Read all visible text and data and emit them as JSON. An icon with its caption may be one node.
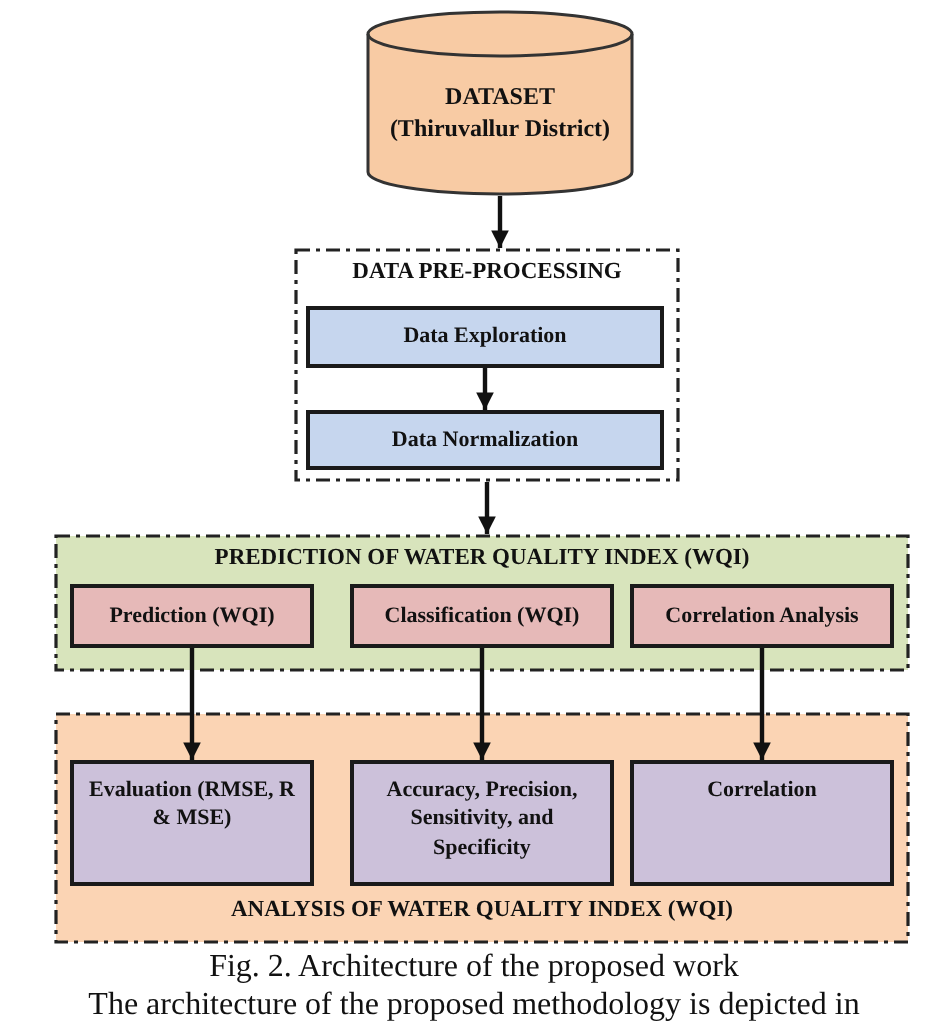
{
  "diagram": {
    "caption": "Fig. 2. Architecture of the proposed work",
    "nodes": [
      {
        "text": [
          "DATASET",
          "(Thiruvallur District)"
        ]
      },
      {
        "text": [
          "DATA PRE-PROCESSING"
        ]
      },
      {
        "text": [
          "Data Exploration"
        ],
        "in": 1
      },
      {
        "text": [
          "Data Normalization"
        ],
        "in": 1
      },
      {
        "text": [
          "PREDICTION OF WATER QUALITY INDEX (WQI)"
        ]
      },
      {
        "text": [
          "Prediction (WQI)"
        ],
        "in": 4
      },
      {
        "text": [
          "Classification (WQI)"
        ],
        "in": 4
      },
      {
        "text": [
          "Correlation Analysis"
        ],
        "in": 4
      },
      {
        "text": [
          "ANALYSIS OF WATER QUALITY INDEX (WQI)"
        ]
      },
      {
        "text": [
          "Evaluation (RMSE, R & MSE)"
        ],
        "in": 8
      },
      {
        "text": [
          "Accuracy, Precision, Sensitivity, and Specificity"
        ],
        "in": 8
      },
      {
        "text": [
          "Correlation"
        ],
        "in": 8
      }
    ],
    "edges": [
      {
        "from": 0,
        "to": 1,
        "arrow": "to"
      },
      {
        "from": 2,
        "to": 3,
        "arrow": "to"
      },
      {
        "from": 1,
        "to": 4,
        "arrow": "to"
      },
      {
        "from": 5,
        "to": 9,
        "arrow": "to"
      },
      {
        "from": 6,
        "to": 10,
        "arrow": "to"
      },
      {
        "from": 7,
        "to": 11,
        "arrow": "to"
      }
    ],
    "labels": [
      "The architecture of the proposed methodology is depicted in"
    ]
  }
}
